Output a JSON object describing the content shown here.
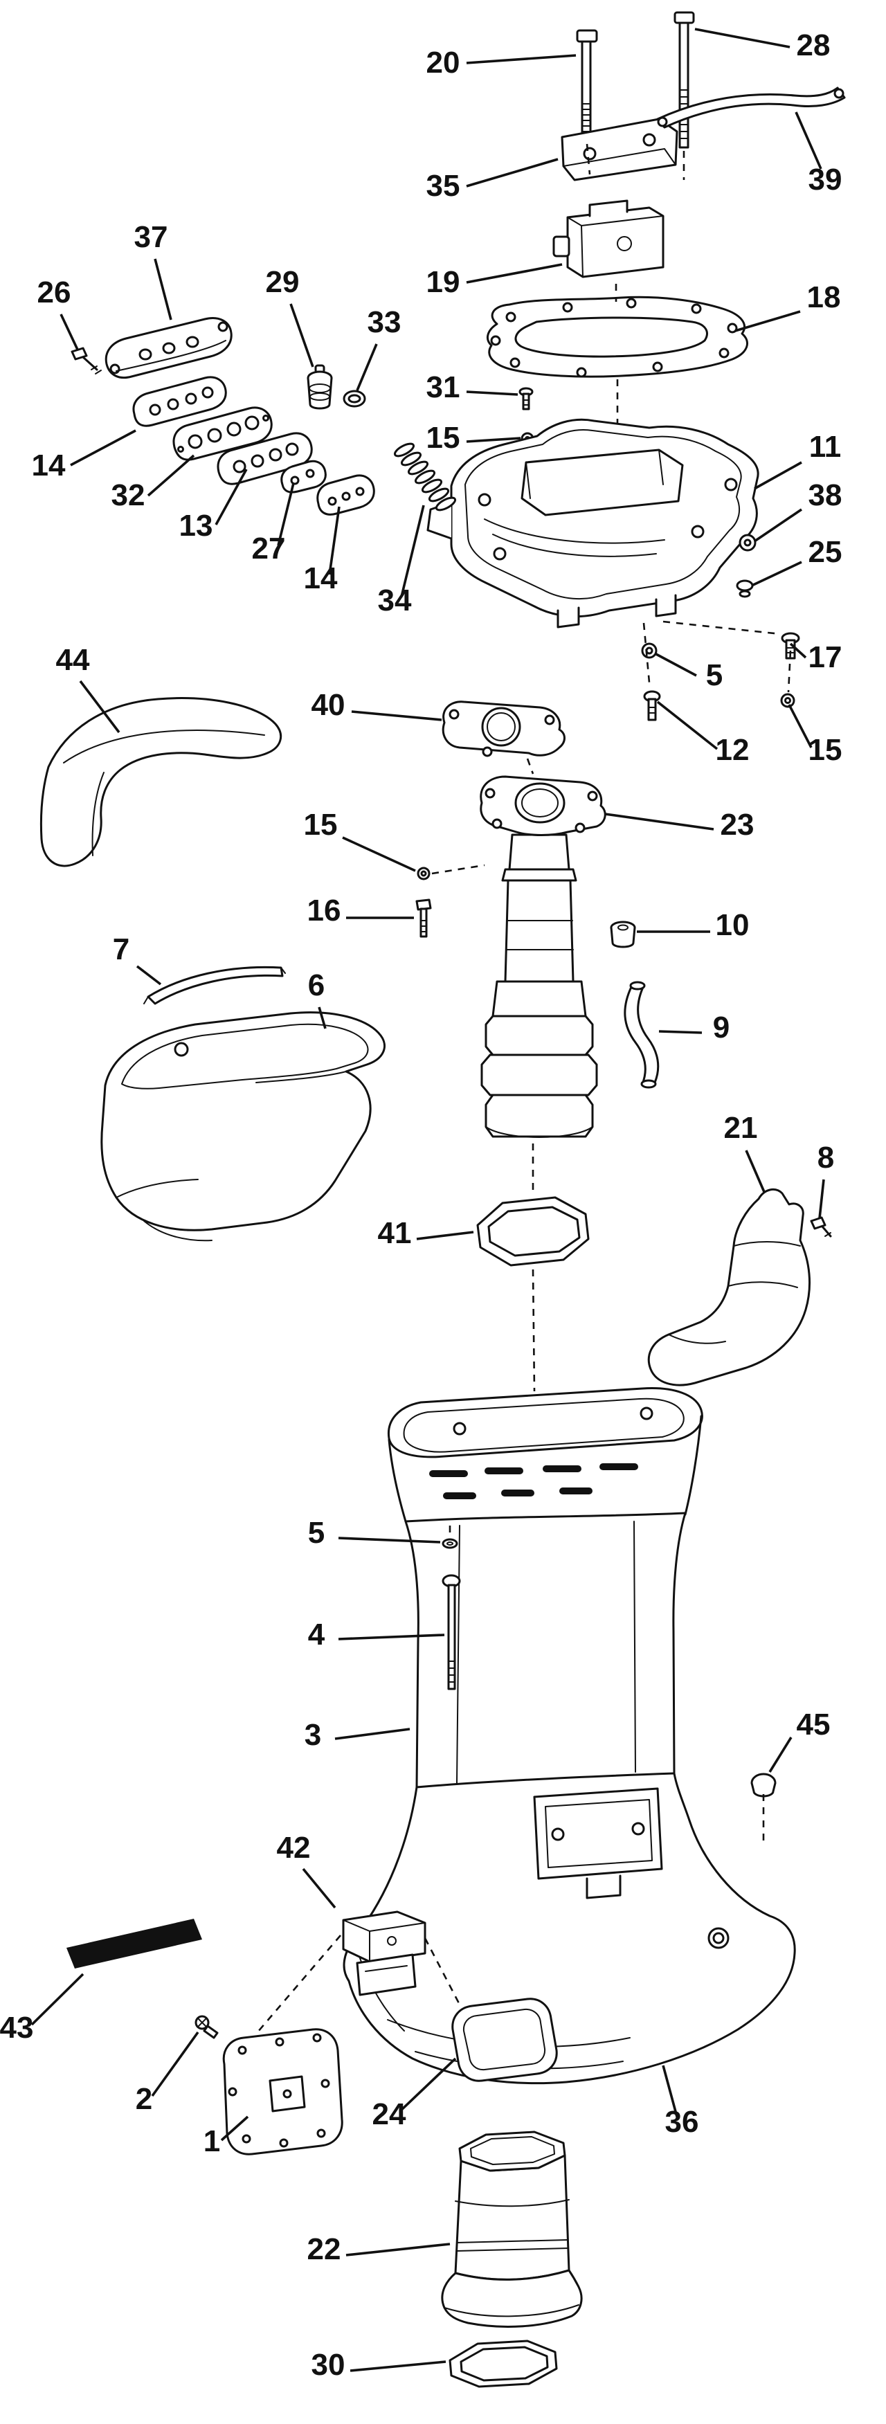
{
  "figure": {
    "background_color": "#ffffff",
    "line_color": "#111111"
  },
  "callouts": [
    {
      "label": "20"
    },
    {
      "label": "28"
    },
    {
      "label": "35"
    },
    {
      "label": "39"
    },
    {
      "label": "37"
    },
    {
      "label": "26"
    },
    {
      "label": "29"
    },
    {
      "label": "33"
    },
    {
      "label": "19"
    },
    {
      "label": "18"
    },
    {
      "label": "31"
    },
    {
      "label": "15"
    },
    {
      "label": "11"
    },
    {
      "label": "38"
    },
    {
      "label": "25"
    },
    {
      "label": "14"
    },
    {
      "label": "32"
    },
    {
      "label": "13"
    },
    {
      "label": "27"
    },
    {
      "label": "14"
    },
    {
      "label": "34"
    },
    {
      "label": "17"
    },
    {
      "label": "5"
    },
    {
      "label": "12"
    },
    {
      "label": "15"
    },
    {
      "label": "44"
    },
    {
      "label": "40"
    },
    {
      "label": "23"
    },
    {
      "label": "15"
    },
    {
      "label": "16"
    },
    {
      "label": "10"
    },
    {
      "label": "9"
    },
    {
      "label": "7"
    },
    {
      "label": "6"
    },
    {
      "label": "21"
    },
    {
      "label": "8"
    },
    {
      "label": "41"
    },
    {
      "label": "5"
    },
    {
      "label": "4"
    },
    {
      "label": "3"
    },
    {
      "label": "45"
    },
    {
      "label": "42"
    },
    {
      "label": "43"
    },
    {
      "label": "2"
    },
    {
      "label": "1"
    },
    {
      "label": "24"
    },
    {
      "label": "36"
    },
    {
      "label": "22"
    },
    {
      "label": "30"
    }
  ]
}
